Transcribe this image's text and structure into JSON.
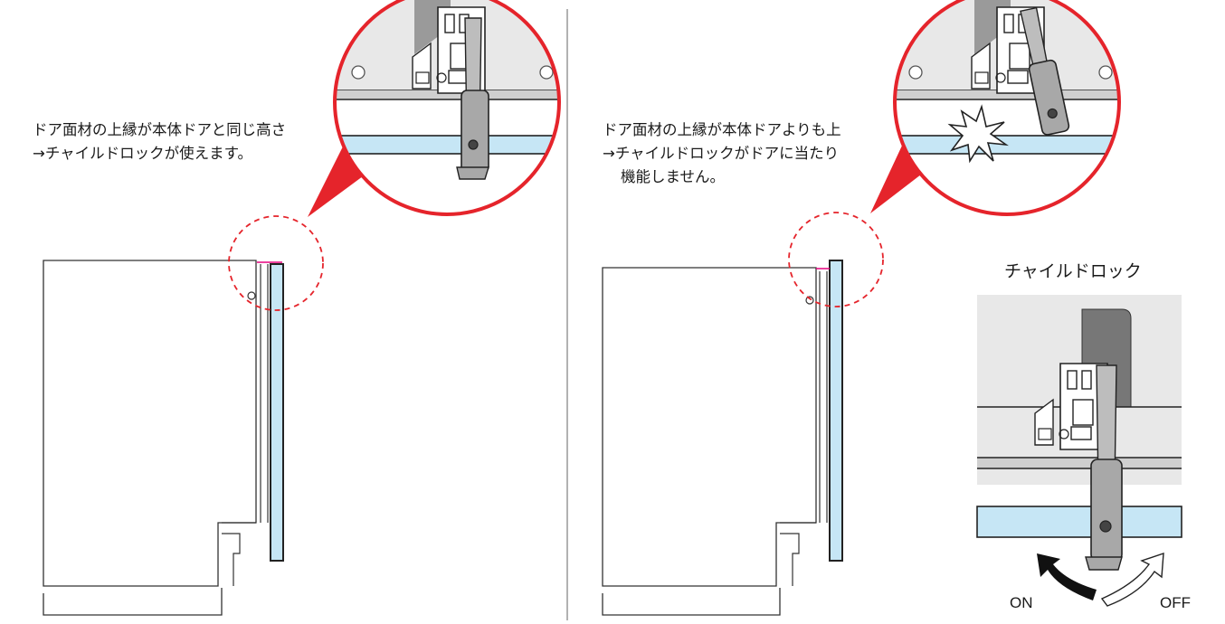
{
  "left_panel": {
    "caption_line1": "ドア面材の上縁が本体ドアと同じ高さ",
    "caption_line2": "→チャイルドロックが使えます。"
  },
  "right_panel": {
    "caption_line1": "ドア面材の上縁が本体ドアよりも上",
    "caption_line2": "→チャイルドロックがドアに当たり",
    "caption_line3": "機能しません。"
  },
  "lock_detail": {
    "title": "チャイルドロック",
    "on_label": "ON",
    "off_label": "OFF"
  },
  "colors": {
    "accent_red": "#e5242b",
    "door_blue": "#c6e6f5",
    "gray_light": "#e8e8e8",
    "gray_dark": "#9a9a9a",
    "magenta_edge": "#e6007e"
  }
}
